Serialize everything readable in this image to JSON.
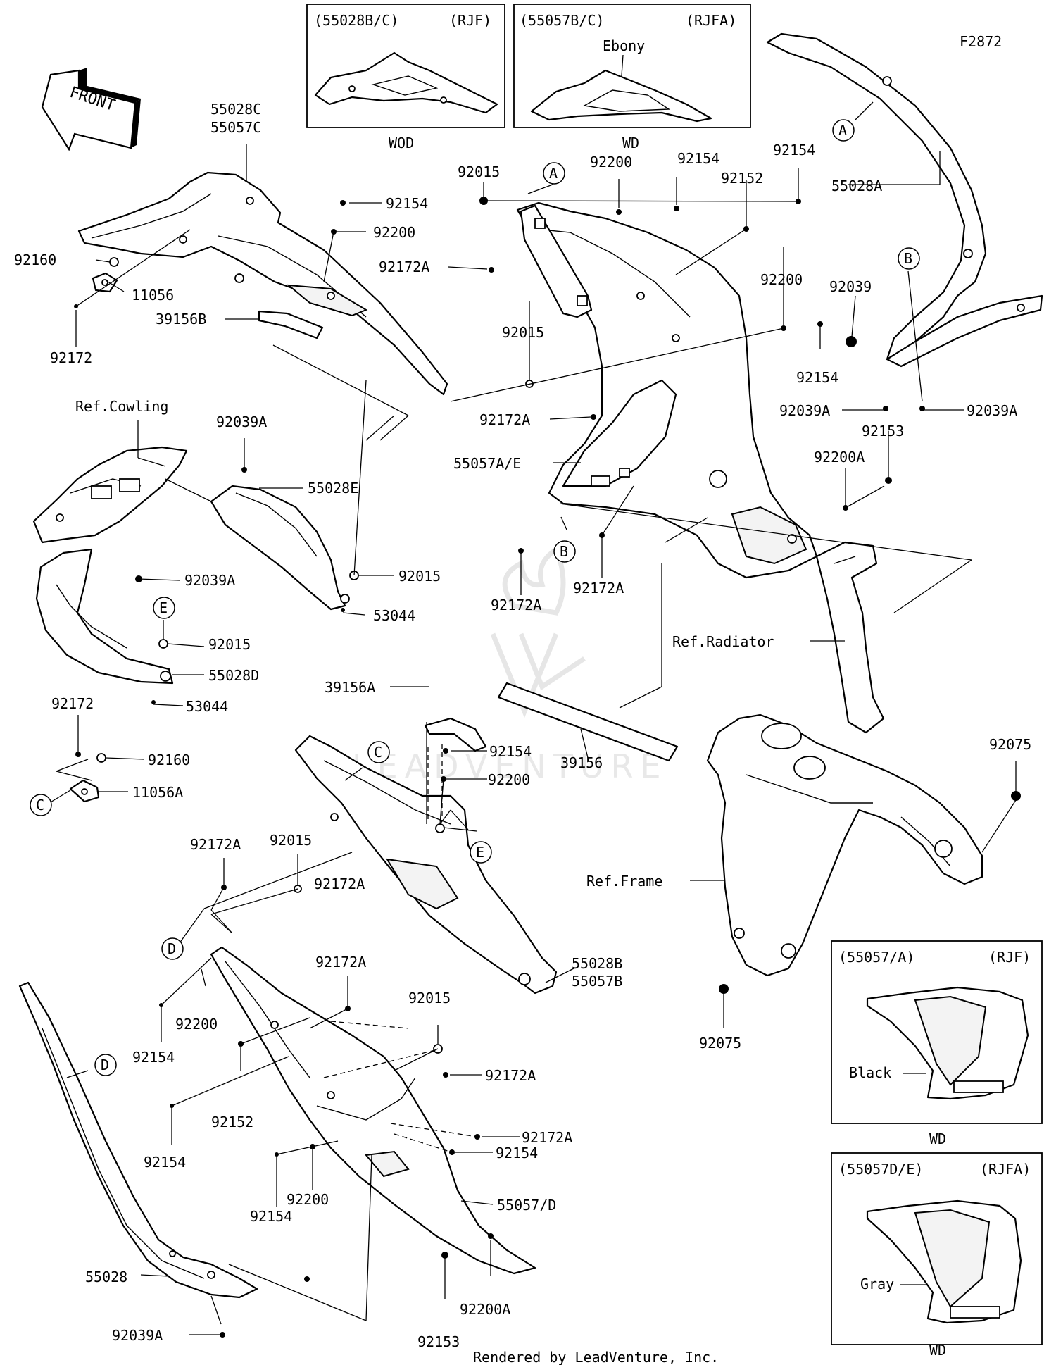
{
  "diagram": {
    "figure_code": "F2872",
    "credit": "Rendered by LeadVenture, Inc.",
    "watermark": "LEADVENTURE",
    "front_arrow": "FRONT",
    "callouts": [
      "92160",
      "11056",
      "92172",
      "55028C",
      "55057C",
      "39156B",
      "92154",
      "92200",
      "92172A",
      "92015",
      "92200",
      "92154",
      "92152",
      "92154",
      "92200",
      "92154",
      "55028A",
      "92039",
      "92039A",
      "92039A",
      "92153",
      "92200A",
      "55057A/E",
      "92015",
      "92172A",
      "92172A",
      "92172A",
      "Ref.Cowling",
      "92039A",
      "55028E",
      "92039A",
      "92015",
      "53044",
      "92015",
      "55028D",
      "53044",
      "92172",
      "92160",
      "11056A",
      "39156A",
      "39156",
      "Ref.Radiator",
      "92154",
      "92200",
      "92075",
      "Ref.Frame",
      "92075",
      "92172A",
      "92015",
      "92172A",
      "55028B",
      "55057B",
      "92015",
      "92154",
      "92200",
      "92172A",
      "92154",
      "92152",
      "92172A",
      "92172A",
      "92154",
      "92200",
      "92154",
      "55057/D",
      "55028",
      "92039A",
      "92153",
      "92200A"
    ],
    "ref_letters": [
      "A",
      "A",
      "B",
      "B",
      "C",
      "C",
      "D",
      "D",
      "E",
      "E"
    ],
    "insets": [
      {
        "part": "(55028B/C)",
        "model": "(RJF)",
        "caption": "WOD",
        "note": ""
      },
      {
        "part": "(55057B/C)",
        "model": "(RJFA)",
        "caption": "WD",
        "note": "Ebony"
      },
      {
        "part": "(55057/A)",
        "model": "(RJF)",
        "caption": "WD",
        "note": "Black"
      },
      {
        "part": "(55057D/E)",
        "model": "(RJFA)",
        "caption": "WD",
        "note": "Gray"
      }
    ]
  }
}
